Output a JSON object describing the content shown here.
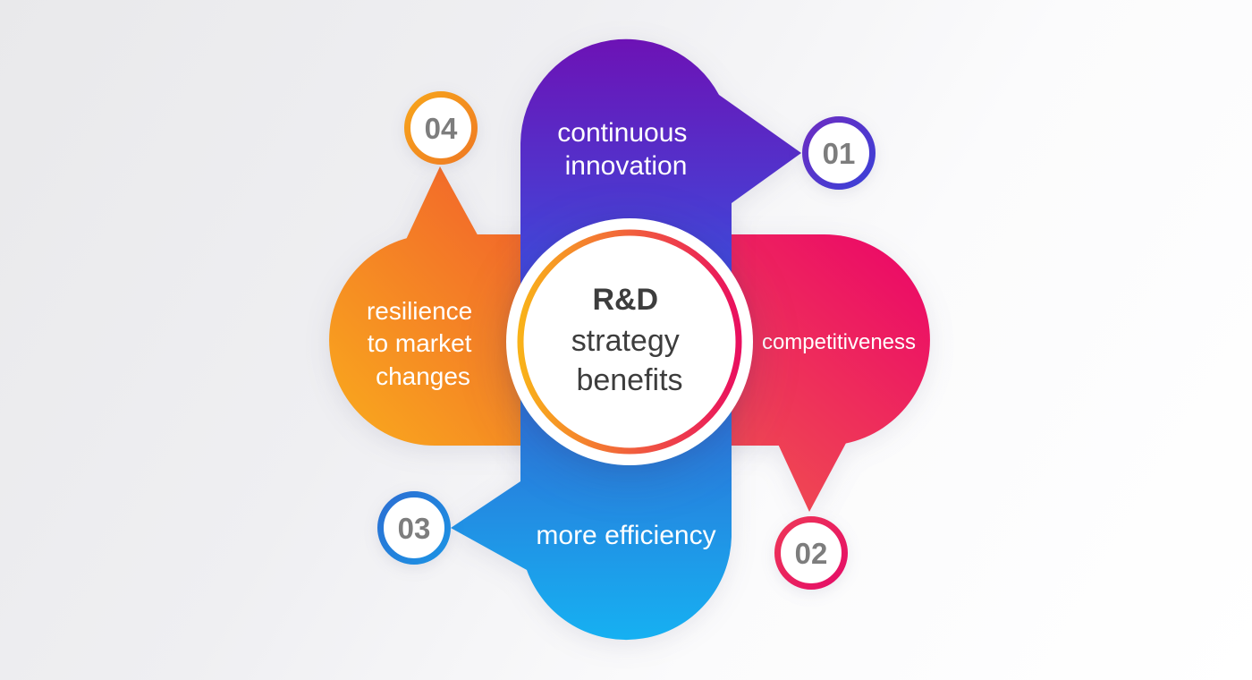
{
  "center": {
    "line1": "R&D",
    "line2": "strategy",
    "line3": "benefits"
  },
  "items": [
    {
      "number": "01",
      "label": "continuous innovation",
      "lines": [
        "continuous",
        "innovation"
      ],
      "position": "top",
      "gradient": {
        "from": "#6d12b5",
        "to": "#4146d9"
      },
      "badge": {
        "from": "#6c2dc2",
        "to": "#3b40d7"
      }
    },
    {
      "number": "02",
      "label": "competitiveness",
      "lines": [
        "competitiveness"
      ],
      "position": "right",
      "gradient": {
        "from": "#ef4553",
        "to": "#ec0c66"
      },
      "badge": {
        "from": "#ee3757",
        "to": "#e50d67"
      }
    },
    {
      "number": "03",
      "label": "more efficiency",
      "lines": [
        "more efficiency"
      ],
      "position": "bottom",
      "gradient": {
        "from": "#2b74d8",
        "to": "#16b1f2"
      },
      "badge": {
        "from": "#2b6fd3",
        "to": "#1c93e4"
      }
    },
    {
      "number": "04",
      "label": "resilience to market changes",
      "lines": [
        "resilience",
        "to market",
        "changes"
      ],
      "position": "left",
      "gradient": {
        "from": "#f9a91d",
        "to": "#f26a2a"
      },
      "badge": {
        "from": "#f7a41b",
        "to": "#ef7a23"
      }
    }
  ],
  "colors": {
    "background_from": "#e9e9eb",
    "background_to": "#ffffff",
    "ring_from": "#f9b219",
    "ring_to": "#e90f5f",
    "center_disc": "#ffffff",
    "badge_fill": "#ffffff",
    "badge_number_color": "#7d7d7d",
    "center_text_color": "#3d3d3d",
    "label_text_color": "#ffffff"
  }
}
